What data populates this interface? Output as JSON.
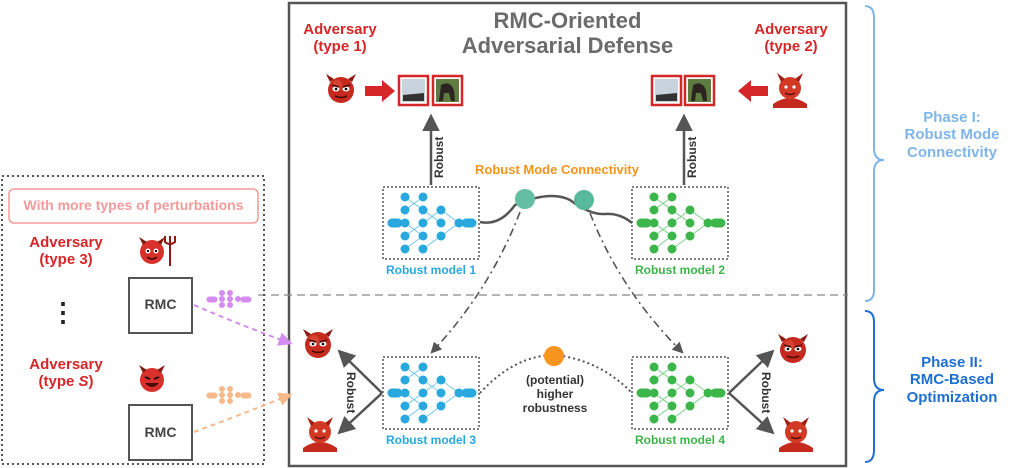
{
  "title_line1": "RMC-Oriented",
  "title_line2": "Adversarial Defense",
  "adv1_line1": "Adversary",
  "adv1_line2": "(type 1)",
  "adv2_line1": "Adversary",
  "adv2_line2": "(type 2)",
  "robust": "Robust",
  "rmc_label": "Robust Mode Connectivity",
  "model1": "Robust model 1",
  "model2": "Robust model 2",
  "model3": "Robust model 3",
  "model4": "Robust model 4",
  "potential_line1": "(potential)",
  "potential_line2": "higher",
  "potential_line3": "robustness",
  "phase1_line1": "Phase I:",
  "phase1_line2": "Robust Mode",
  "phase1_line3": "Connectivity",
  "phase2_line1": "Phase II:",
  "phase2_line2": "RMC-Based",
  "phase2_line3": "Optimization",
  "more_types": "With more types of perturbations",
  "adv3_line1": "Adversary",
  "adv3_line2": "(type 3)",
  "advS_line1": "Adversary",
  "advS_line2_prefix": "(type ",
  "advS_line2_var": "S",
  "advS_line2_suffix": ")",
  "vdots": "⋮",
  "rmc": "RMC",
  "colors": {
    "red": "#d62728",
    "blue": "#29a8df",
    "green": "#3cb54a",
    "orange": "#f7941d",
    "phase1": "#7fb5e8",
    "phase2": "#1f6fd1",
    "purple": "#d58cf0",
    "peach": "#f7b98a"
  }
}
